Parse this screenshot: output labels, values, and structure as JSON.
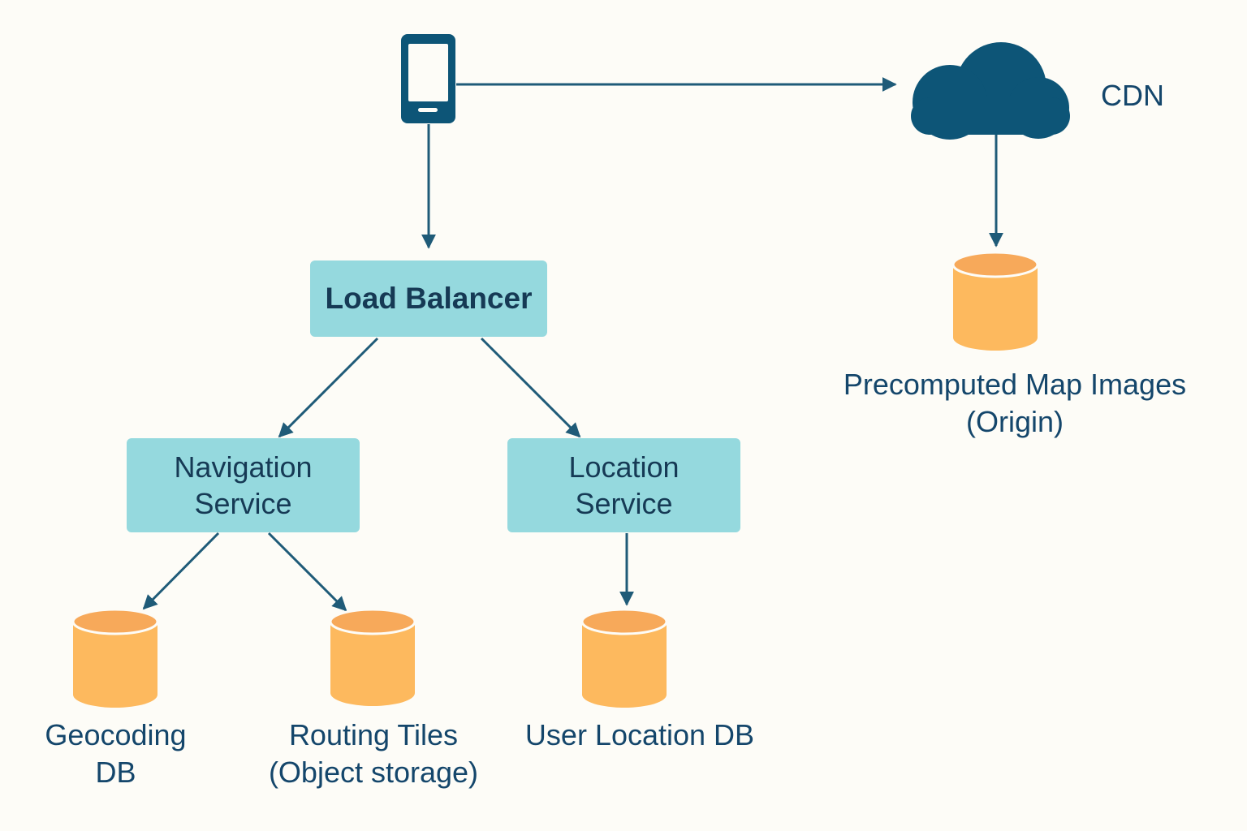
{
  "nodes": {
    "load_balancer": "Load Balancer",
    "navigation_service": {
      "line1": "Navigation",
      "line2": "Service"
    },
    "location_service": {
      "line1": "Location",
      "line2": "Service"
    },
    "geocoding_db": {
      "line1": "Geocoding",
      "line2": "DB"
    },
    "routing_tiles": {
      "line1": "Routing Tiles",
      "line2": "(Object storage)"
    },
    "user_location_db": "User Location DB",
    "precomputed_map_images": {
      "line1": "Precomputed Map Images",
      "line2": "(Origin)"
    },
    "cdn": "CDN"
  },
  "icons": {
    "client": "mobile-phone-icon",
    "cdn": "cloud-icon",
    "storage": "database-cylinder-icon"
  },
  "colors": {
    "background": "#fdfcf7",
    "service_box": "#95d9de",
    "text_dark": "#163a55",
    "arrow": "#1f5b78",
    "cloud": "#0d5577",
    "db_body": "#fdb95e",
    "db_top": "#f7a95a"
  }
}
